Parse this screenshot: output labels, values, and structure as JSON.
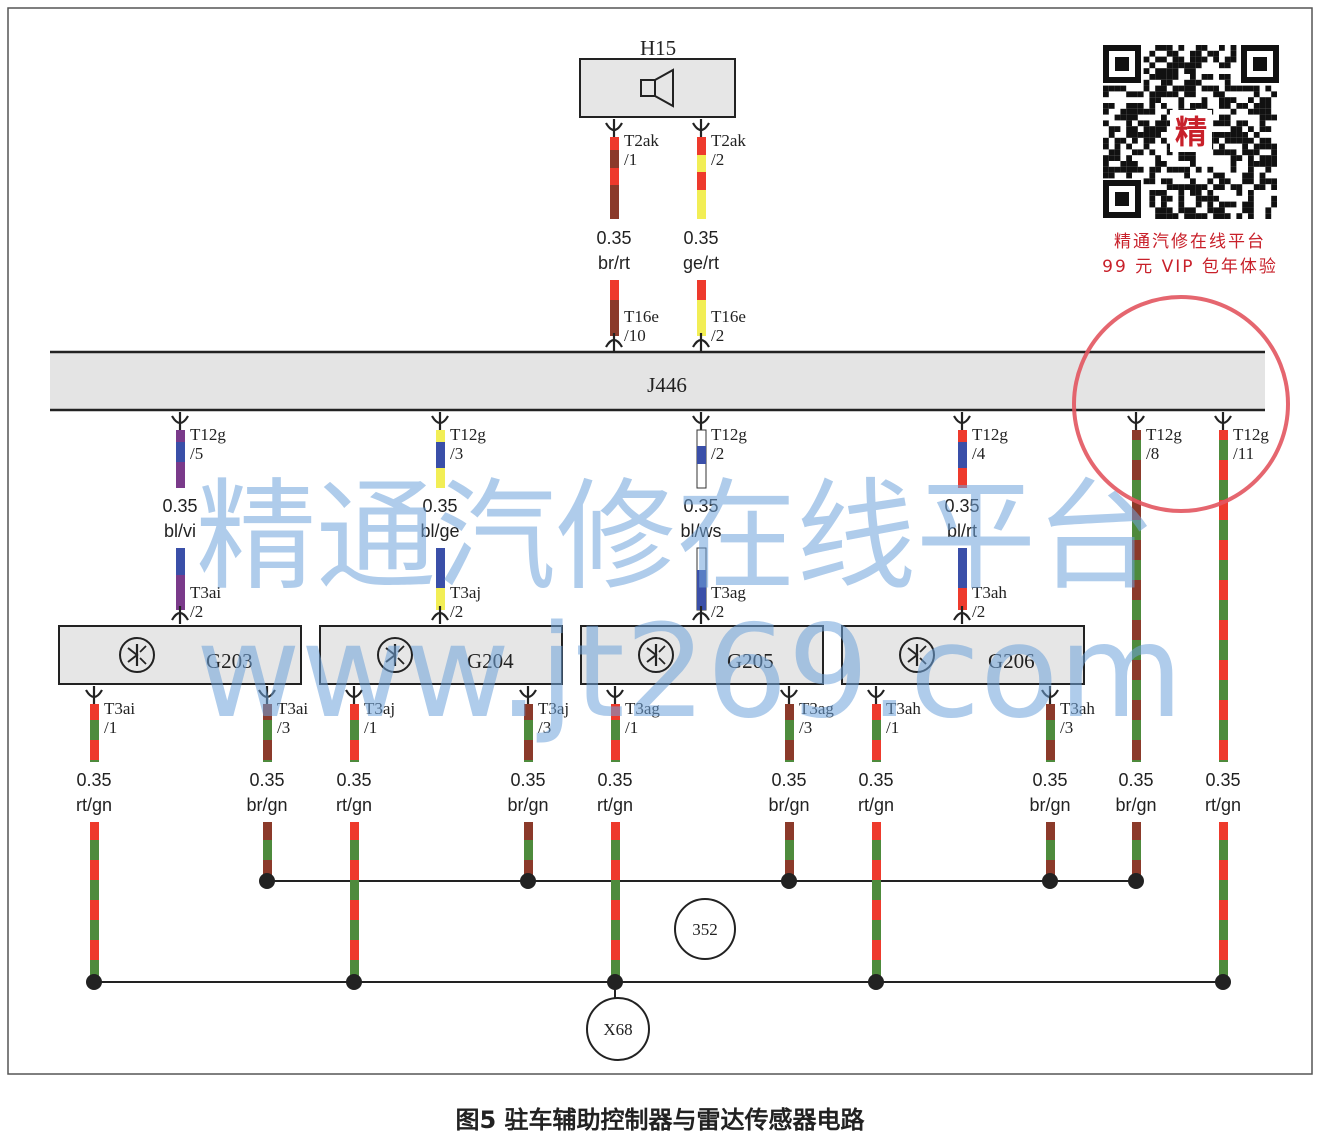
{
  "components": {
    "speaker": "H15",
    "controller": "J446",
    "sensors": [
      "G203",
      "G204",
      "G205",
      "G206"
    ],
    "ground_x68": "X68",
    "ground_352": "352"
  },
  "speaker_wires": [
    {
      "top_conn": "T2ak",
      "top_pin": "/1",
      "size": "0.35",
      "color_code": "br/rt",
      "bot_conn": "T16e",
      "bot_pin": "/10",
      "c1": "#8b3a2a",
      "c2": "#ee3a2c"
    },
    {
      "top_conn": "T2ak",
      "top_pin": "/2",
      "size": "0.35",
      "color_code": "ge/rt",
      "bot_conn": "T16e",
      "bot_pin": "/2",
      "c1": "#f2ee55",
      "c2": "#ee3a2c"
    }
  ],
  "sensor_wires": [
    {
      "top_conn": "T12g",
      "top_pin": "/5",
      "size": "0.35",
      "color_code": "bl/vi",
      "bot_conn": "T3ai",
      "bot_pin": "/2",
      "c1": "#3a4fa8",
      "c2": "#7a3a8a"
    },
    {
      "top_conn": "T12g",
      "top_pin": "/3",
      "size": "0.35",
      "color_code": "bl/ge",
      "bot_conn": "T3aj",
      "bot_pin": "/2",
      "c1": "#3a4fa8",
      "c2": "#f2ee55"
    },
    {
      "top_conn": "T12g",
      "top_pin": "/2",
      "size": "0.35",
      "color_code": "bl/ws",
      "bot_conn": "T3ag",
      "bot_pin": "/2",
      "c1": "#3a4fa8",
      "c2": "#ffffff"
    },
    {
      "top_conn": "T12g",
      "top_pin": "/4",
      "size": "0.35",
      "color_code": "bl/rt",
      "bot_conn": "T3ah",
      "bot_pin": "/2",
      "c1": "#3a4fa8",
      "c2": "#ee3a2c"
    }
  ],
  "bottom_wires": [
    {
      "conn": "T3ai",
      "pin": "/1",
      "size": "0.35",
      "color_code": "rt/gn"
    },
    {
      "conn": "T3ai",
      "pin": "/3",
      "size": "0.35",
      "color_code": "br/gn"
    },
    {
      "conn": "T3aj",
      "pin": "/1",
      "size": "0.35",
      "color_code": "rt/gn"
    },
    {
      "conn": "T3aj",
      "pin": "/3",
      "size": "0.35",
      "color_code": "br/gn"
    },
    {
      "conn": "T3ag",
      "pin": "/1",
      "size": "0.35",
      "color_code": "rt/gn"
    },
    {
      "conn": "T3ag",
      "pin": "/3",
      "size": "0.35",
      "color_code": "br/gn"
    },
    {
      "conn": "T3ah",
      "pin": "/1",
      "size": "0.35",
      "color_code": "rt/gn"
    },
    {
      "conn": "T3ah",
      "pin": "/3",
      "size": "0.35",
      "color_code": "br/gn"
    },
    {
      "conn": "T12g",
      "pin": "/8",
      "size": "0.35",
      "color_code": "br/gn"
    },
    {
      "conn": "T12g",
      "pin": "/11",
      "size": "0.35",
      "color_code": "rt/gn"
    }
  ],
  "watermark": {
    "line1": "精通汽修在线平台",
    "line2": "www.jt269.com"
  },
  "promo": {
    "line1": "精通汽修在线平台",
    "line2": "99 元 VIP 包年体验",
    "qr_center": "精"
  },
  "caption": "图5 驻车辅助控制器与雷达传感器电路",
  "colors": {
    "red": "#ee3a2c",
    "green": "#4e8a3c",
    "brown": "#8b3a2a",
    "highlight_circle": "#e2555f",
    "watermark": "#6fa3db"
  }
}
